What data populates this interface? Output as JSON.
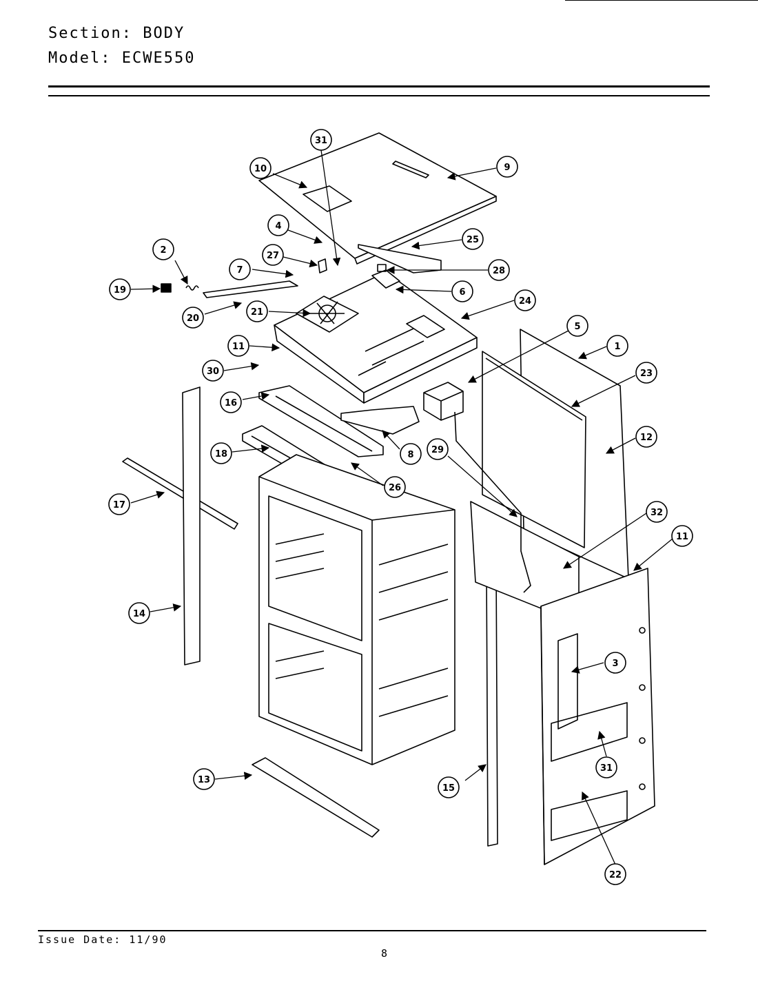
{
  "header": {
    "section_label": "Section:",
    "section_value": "BODY",
    "model_label": "Model:",
    "model_value": "ECWE550"
  },
  "footer": {
    "issue_date": "Issue Date: 11/90",
    "page_number": "8"
  },
  "callouts": {
    "c1": "1",
    "c2": "2",
    "c3": "3",
    "c4": "4",
    "c5": "5",
    "c6": "6",
    "c7": "7",
    "c8": "8",
    "c9": "9",
    "c10": "10",
    "c11a": "11",
    "c11b": "11",
    "c12": "12",
    "c13": "13",
    "c14": "14",
    "c15": "15",
    "c16": "16",
    "c17": "17",
    "c18": "18",
    "c19": "19",
    "c20": "20",
    "c21": "21",
    "c22": "22",
    "c23": "23",
    "c24": "24",
    "c25": "25",
    "c26": "26",
    "c27": "27",
    "c28": "28",
    "c29": "29",
    "c30": "30",
    "c31a": "31",
    "c31b": "31",
    "c32": "32"
  }
}
